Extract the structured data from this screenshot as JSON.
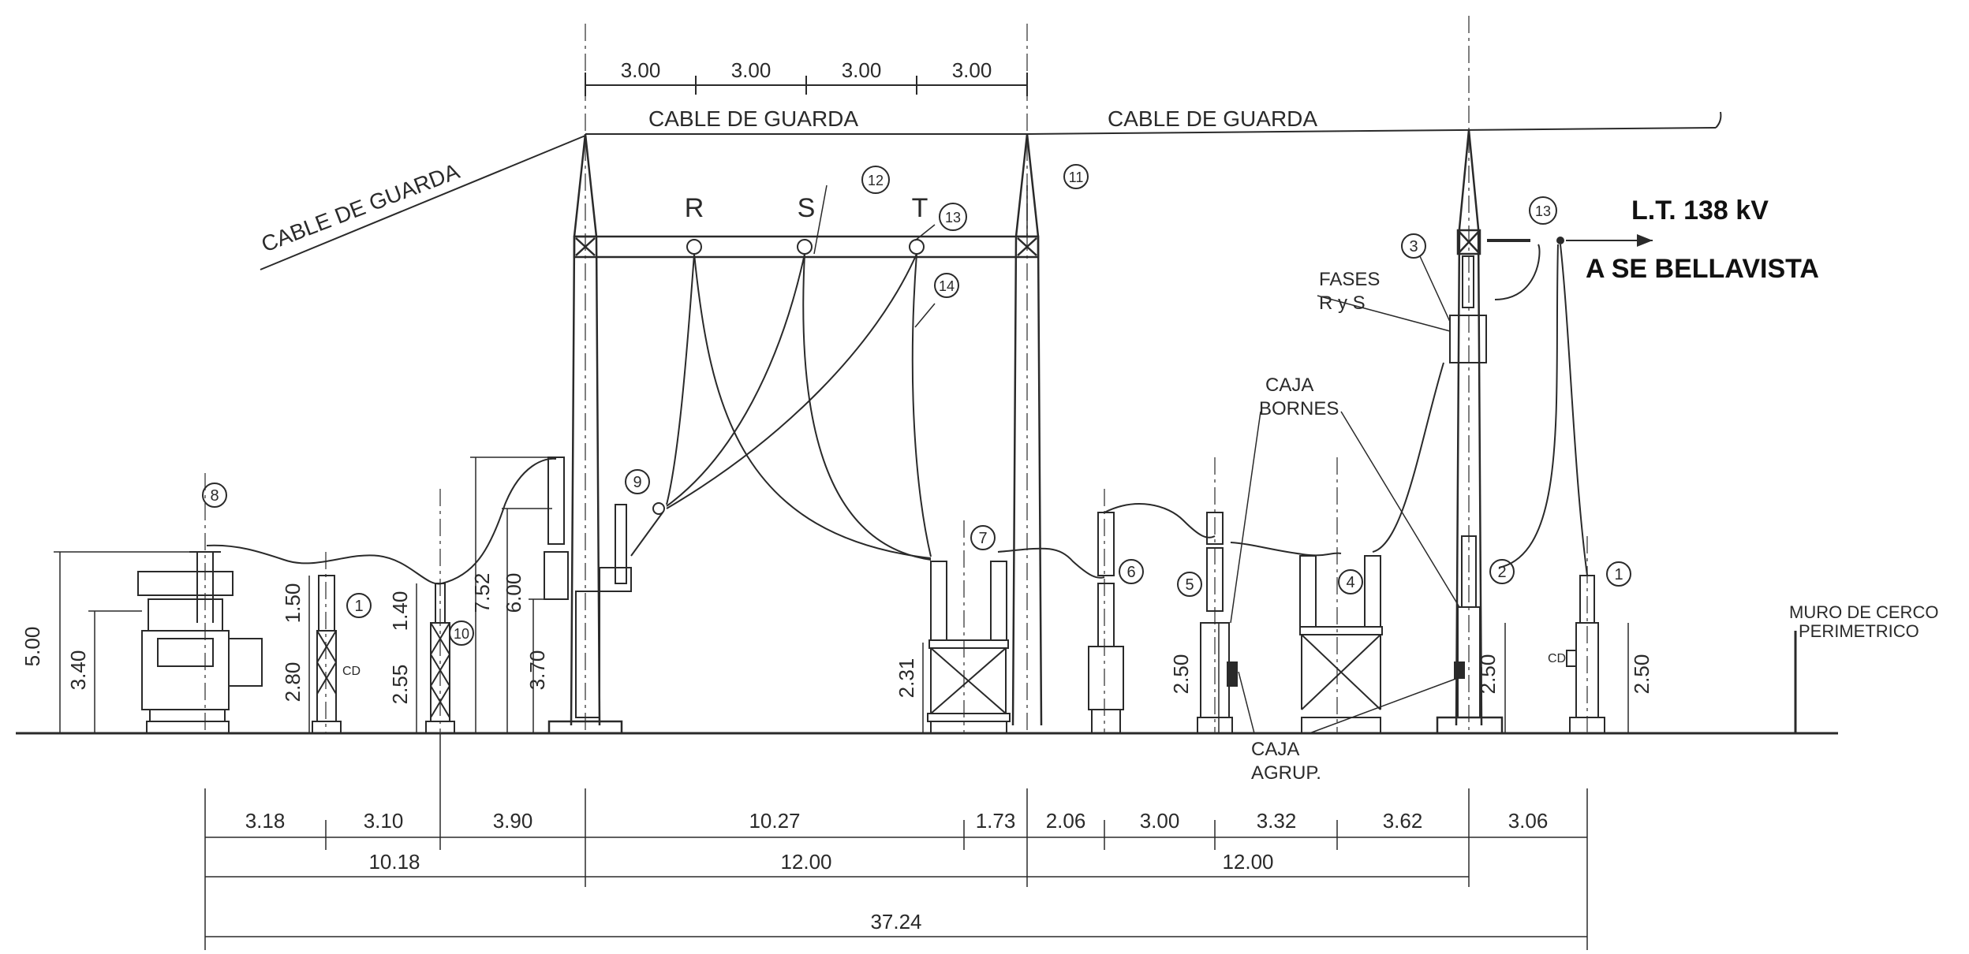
{
  "labels": {
    "cable_guarda_1": "CABLE DE GUARDA",
    "cable_guarda_2": "CABLE DE GUARDA",
    "cable_guarda_3": "CABLE DE GUARDA",
    "phase_r": "R",
    "phase_s": "S",
    "phase_t": "T",
    "line_title": "L.T. 138 kV",
    "line_dest": "A SE BELLAVISTA",
    "fases_1": "FASES",
    "fases_2": "R y S",
    "caja_bornes_1": "CAJA",
    "caja_bornes_2": "BORNES",
    "caja_agrup_1": "CAJA",
    "caja_agrup_2": "AGRUP.",
    "muro_1": "MURO DE CERCO",
    "muro_2": "PERIMETRICO",
    "cd_1": "CD",
    "cd_2": "CD"
  },
  "callouts": {
    "c1a": "1",
    "c1b": "1",
    "c2": "2",
    "c3": "3",
    "c4": "4",
    "c5": "5",
    "c6": "6",
    "c7": "7",
    "c8": "8",
    "c9": "9",
    "c10": "10",
    "c11": "11",
    "c12": "12",
    "c13a": "13",
    "c13b": "13",
    "c14": "14"
  },
  "top_dims": [
    "3.00",
    "3.00",
    "3.00",
    "3.00"
  ],
  "vertical_dims": {
    "v500": "5.00",
    "v340": "3.40",
    "v150": "1.50",
    "v280": "2.80",
    "v140": "1.40",
    "v255": "2.55",
    "v752": "7.52",
    "v600": "6.00",
    "v370": "3.70",
    "v231": "2.31",
    "v250a": "2.50",
    "v250b": "2.50",
    "v250c": "2.50"
  },
  "bottom_dims_row1": [
    "3.18",
    "3.10",
    "3.90",
    "10.27",
    "1.73",
    "2.06",
    "3.00",
    "3.32",
    "3.62",
    "3.06"
  ],
  "bottom_dims_row2": [
    "10.18",
    "12.00",
    "12.00"
  ],
  "bottom_dims_row3": [
    "37.24"
  ]
}
